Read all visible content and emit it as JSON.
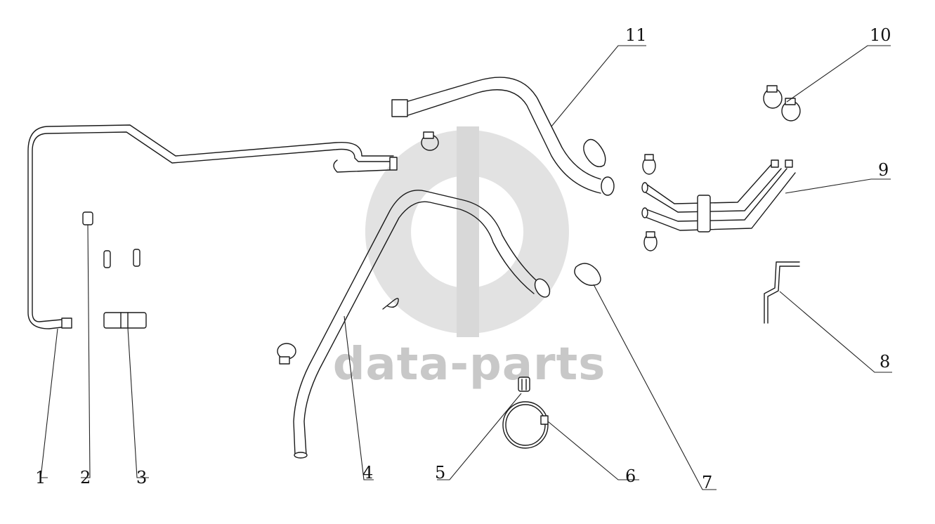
{
  "watermark": {
    "text": "data-parts",
    "color": "#c8c8c8"
  },
  "callouts": [
    {
      "id": "1",
      "label": "1"
    },
    {
      "id": "2",
      "label": "2"
    },
    {
      "id": "3",
      "label": "3"
    },
    {
      "id": "4",
      "label": "4"
    },
    {
      "id": "5",
      "label": "5"
    },
    {
      "id": "6",
      "label": "6"
    },
    {
      "id": "7",
      "label": "7"
    },
    {
      "id": "8",
      "label": "8"
    },
    {
      "id": "9",
      "label": "9"
    },
    {
      "id": "10",
      "label": "10"
    },
    {
      "id": "11",
      "label": "11"
    }
  ],
  "colors": {
    "line": "#1a1a1a",
    "background": "#ffffff"
  }
}
